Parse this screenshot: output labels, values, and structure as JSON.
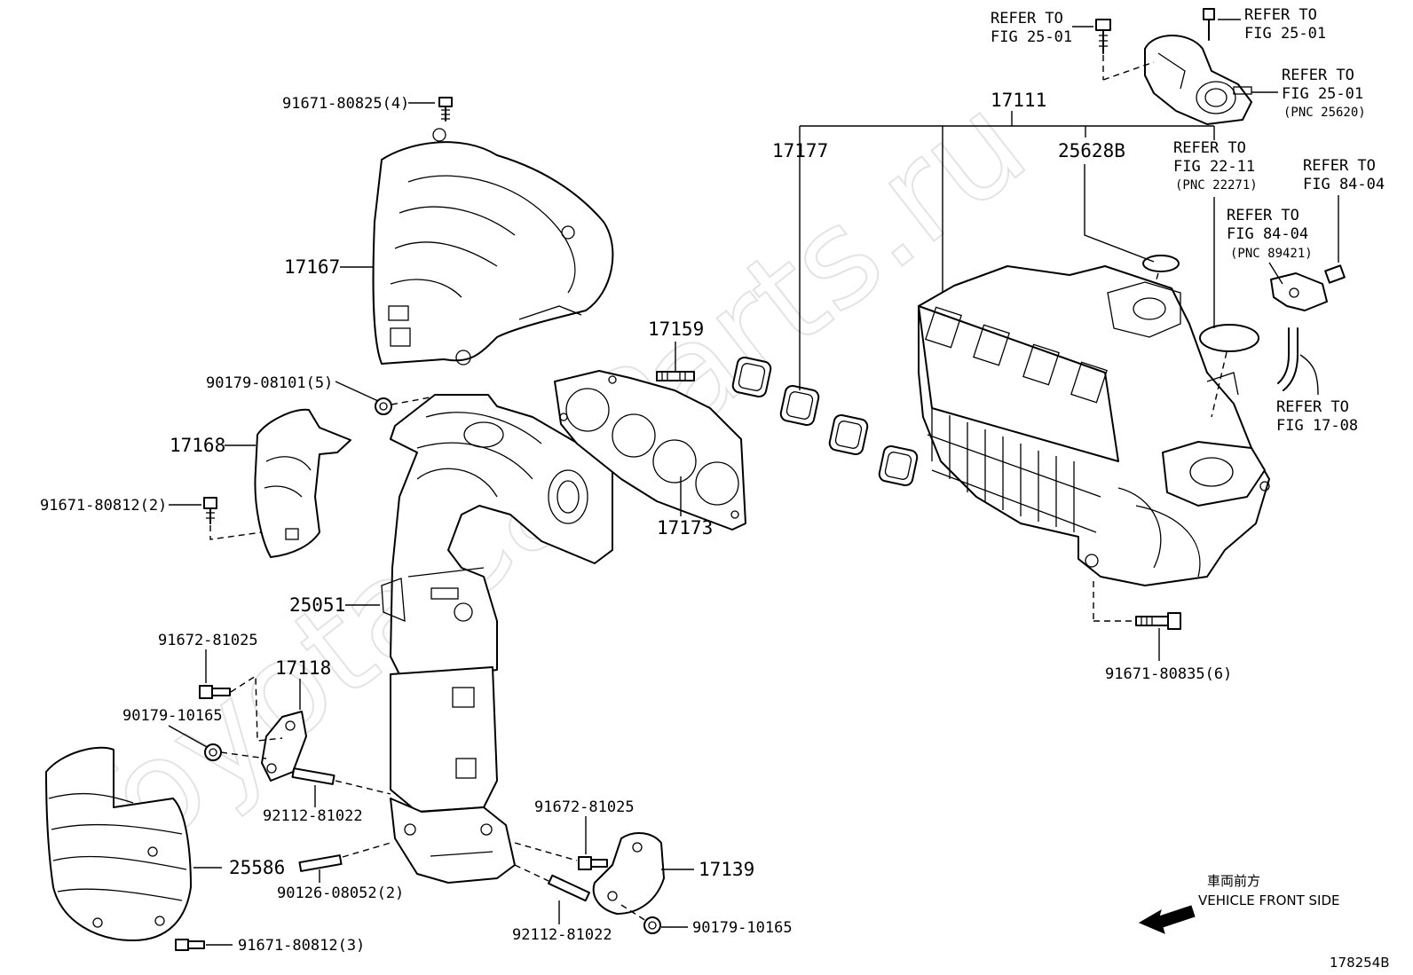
{
  "watermark": "ToyotaCarParts.ru",
  "figure_code": "178254B",
  "direction": {
    "jp": "車両前方",
    "en": "VEHICLE FRONT SIDE"
  },
  "labels": {
    "p17111": "17111",
    "p17177": "17177",
    "p25628b": "25628B",
    "p17167": "17167",
    "p17159": "17159",
    "p17168": "17168",
    "p17173": "17173",
    "p25051": "25051",
    "p17118": "17118",
    "p25586": "25586",
    "p17139": "17139",
    "b91671_80825": "91671-80825(4)",
    "b90179_08101": "90179-08101(5)",
    "b91671_80812_2": "91671-80812(2)",
    "b91672_81025_a": "91672-81025",
    "b90179_10165_a": "90179-10165",
    "b92112_81022_a": "92112-81022",
    "b90126_08052": "90126-08052(2)",
    "b91671_80812_3": "91671-80812(3)",
    "b91672_81025_b": "91672-81025",
    "b92112_81022_b": "92112-81022",
    "b90179_10165_b": "90179-10165",
    "b91671_80835": "91671-80835(6)"
  },
  "refers": {
    "r1": {
      "line1": "REFER TO",
      "line2": "FIG 25-01"
    },
    "r2": {
      "line1": "REFER TO",
      "line2": "FIG 25-01"
    },
    "r3": {
      "line1": "REFER TO",
      "line2": "FIG 25-01",
      "pnc": "(PNC 25620)"
    },
    "r4": {
      "line1": "REFER TO",
      "line2": "FIG 22-11",
      "pnc": "(PNC 22271)"
    },
    "r5": {
      "line1": "REFER TO",
      "line2": "FIG 84-04"
    },
    "r6": {
      "line1": "REFER TO",
      "line2": "FIG 84-04",
      "pnc": "(PNC 89421)"
    },
    "r7": {
      "line1": "REFER TO",
      "line2": "FIG 17-08"
    }
  }
}
